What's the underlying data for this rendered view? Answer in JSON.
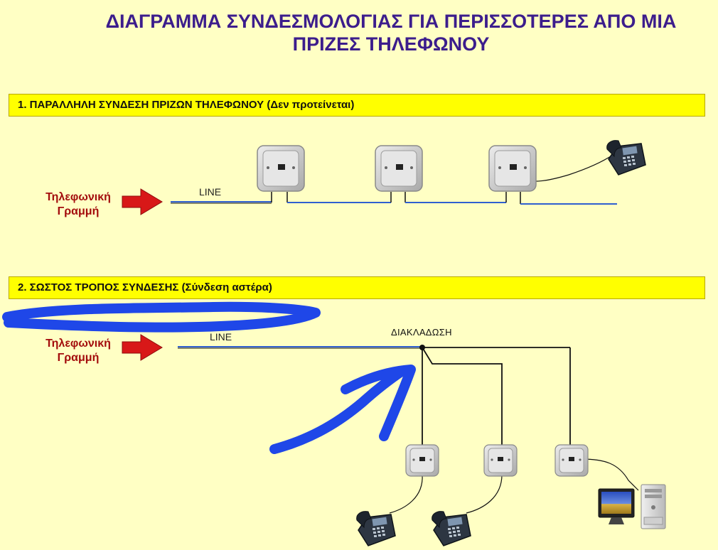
{
  "title": {
    "line1": "ΔΙΑΓΡΑΜΜΑ ΣΥΝΔΕΣΜΟΛΟΓΙΑΣ ΓΙΑ ΠΕΡΙΣΣΟΤΕΡΕΣ ΑΠΟ ΜΙΑ",
    "line2": "ΠΡΙΖΕΣ ΤΗΛΕΦΩΝΟΥ"
  },
  "section1": {
    "heading": "1. ΠΑΡΑΛΛΗΛΗ ΣΥΝΔΕΣΗ ΠΡΙΖΩΝ ΤΗΛΕΦΩΝΟΥ (Δεν προτείνεται)",
    "source_label_line1": "Τηλεφωνική",
    "source_label_line2": "Γραμμή",
    "wire_label": "LINE"
  },
  "section2": {
    "heading": "2. ΣΩΣΤΟΣ ΤΡΟΠΟΣ ΣΥΝΔΕΣΗΣ (Σύνδεση αστέρα)",
    "source_label_line1": "Τηλεφωνική",
    "source_label_line2": "Γραμμή",
    "wire_label": "LINE",
    "junction_label": "ΔΙΑΚΛΑΔΩΣΗ"
  },
  "icons": {
    "arrow": "red-arrow-icon",
    "socket": "phone-socket-icon",
    "phone": "desk-phone-icon",
    "computer": "desktop-computer-icon"
  },
  "colors": {
    "background": "#ffffc4",
    "title": "#3c1d8c",
    "section_bar": "#ffff00",
    "arrow": "#d81818",
    "line_label": "#a30c0c",
    "annotation_marker": "#1f47e8"
  }
}
